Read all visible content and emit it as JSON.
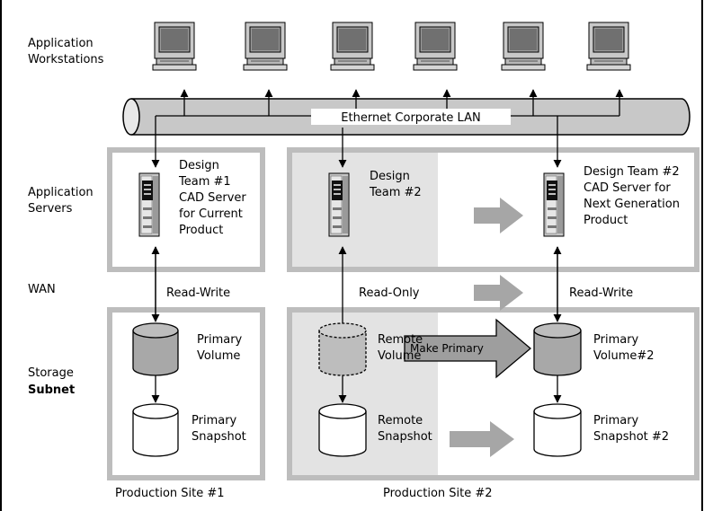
{
  "row_labels": {
    "workstations": [
      "Application",
      "Workstations"
    ],
    "servers": [
      "Application",
      "Servers"
    ],
    "wan": "WAN",
    "storage": [
      "Storage",
      "Subnet"
    ]
  },
  "lan_label": "Ethernet Corporate LAN",
  "servers": {
    "s1": [
      "Design",
      "Team #1",
      "CAD Server",
      "for Current",
      "Product"
    ],
    "s2": [
      "Design",
      "Team #2"
    ],
    "s3": [
      "Design Team #2",
      "CAD Server for",
      "Next Generation",
      "Product"
    ]
  },
  "link_labels": {
    "site1": "Read-Write",
    "site2_left": "Read-Only",
    "site2_right": "Read-Write"
  },
  "volumes": {
    "site1_primary": [
      "Primary",
      "Volume"
    ],
    "site1_snapshot": [
      "Primary",
      "Snapshot"
    ],
    "site2_remote": [
      "Remote",
      "Volume"
    ],
    "site2_remote_snapshot": [
      "Remote",
      "Snapshot"
    ],
    "site2_primary": [
      "Primary",
      "Volume#2"
    ],
    "site2_snapshot": [
      "Primary",
      "Snapshot #2"
    ]
  },
  "make_primary_label": "Make Primary",
  "site_labels": {
    "site1": "Production Site #1",
    "site2": "Production Site #2"
  },
  "colors": {
    "frame_gray": "#bdbdbd",
    "shaded_panel": "#e3e3e3",
    "volume_gray": "#a8a8a8",
    "arrow_gray": "#a6a6a6",
    "lan_gray": "#c8c8c8"
  }
}
